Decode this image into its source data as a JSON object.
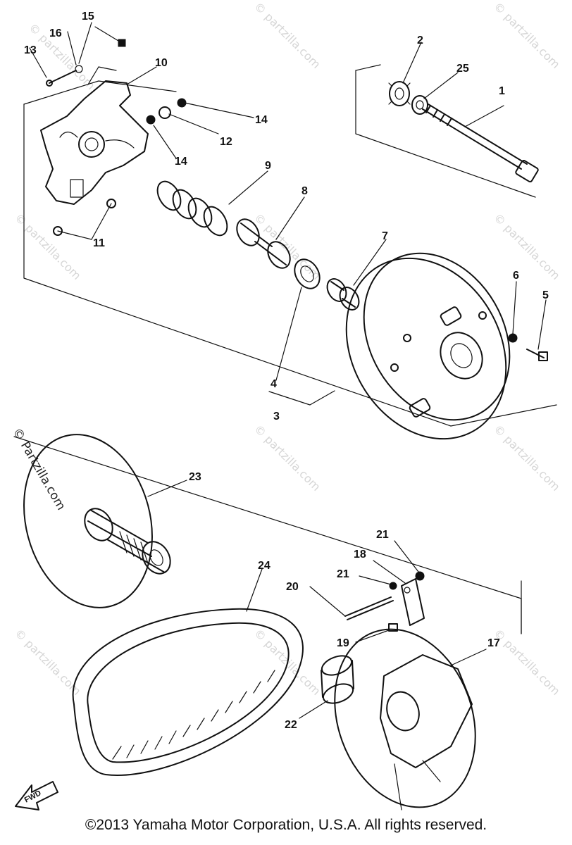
{
  "diagram": {
    "callouts": {
      "c1": "1",
      "c2": "2",
      "c3": "3",
      "c4": "4",
      "c5": "5",
      "c6": "6",
      "c7": "7",
      "c8": "8",
      "c9": "9",
      "c10": "10",
      "c11": "11",
      "c12": "12",
      "c13": "13",
      "c14a": "14",
      "c14b": "14",
      "c15": "15",
      "c16": "16",
      "c17": "17",
      "c18": "18",
      "c19": "19",
      "c20": "20",
      "c21a": "21",
      "c21b": "21",
      "c22": "22",
      "c23": "23",
      "c24": "24",
      "c25": "25"
    },
    "fwd_label": "FWD",
    "watermarks": {
      "text": "© partzilla.com",
      "side_text": "© Partzilla.com"
    }
  },
  "footer": {
    "copyright": "©2013 Yamaha Motor Corporation, U.S.A. All rights reserved."
  }
}
